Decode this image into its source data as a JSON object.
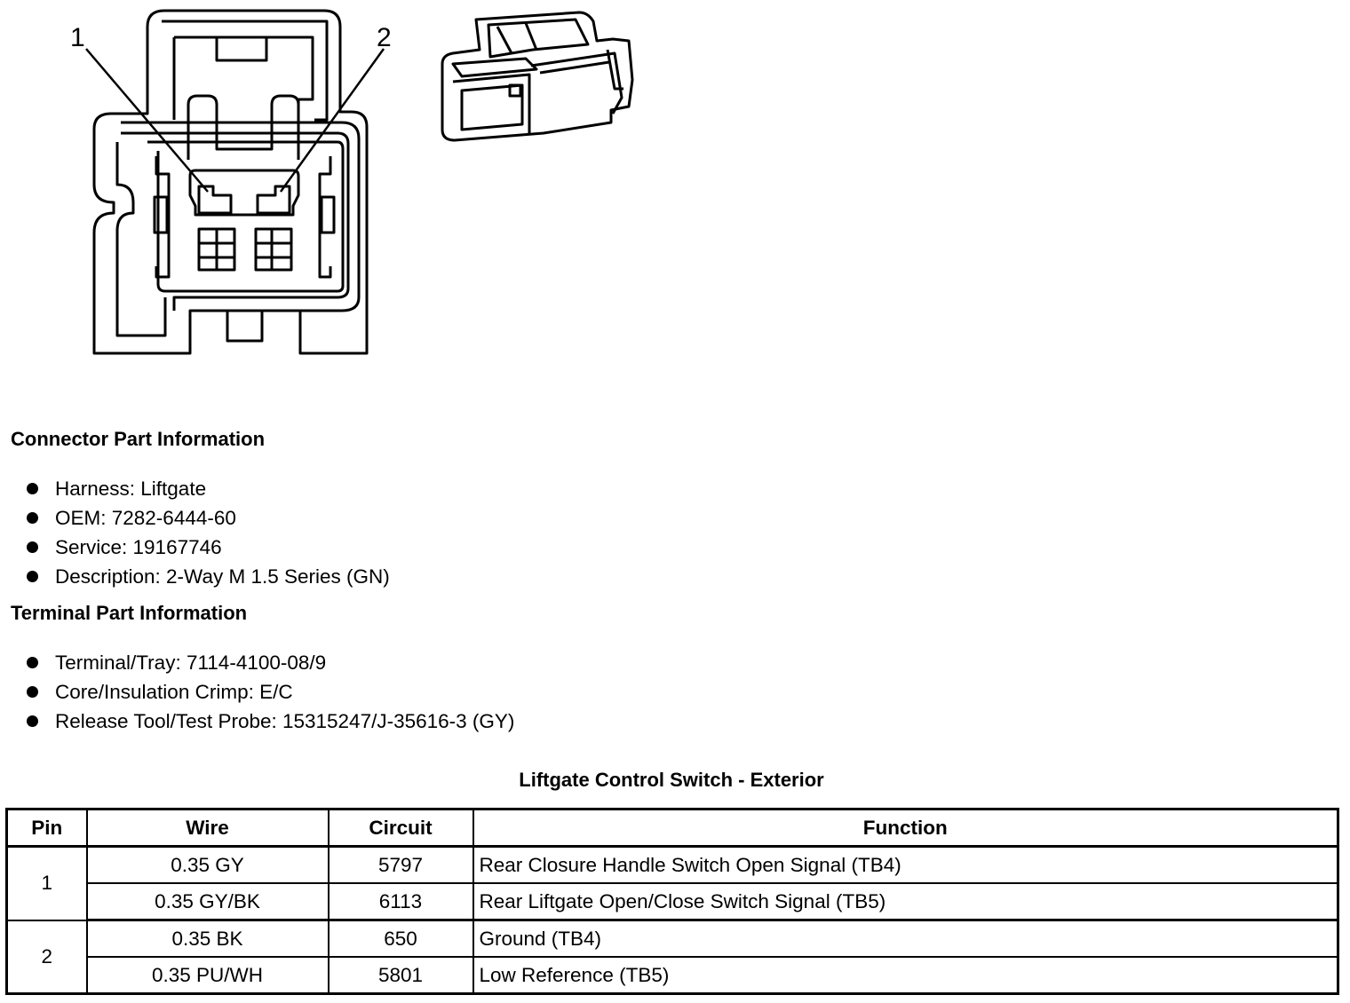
{
  "diagram": {
    "callouts": [
      "1",
      "2"
    ]
  },
  "connector_section": {
    "title": "Connector Part Information",
    "items": [
      "Harness: Liftgate",
      "OEM: 7282-6444-60",
      "Service: 19167746",
      "Description: 2-Way M 1.5 Series (GN)"
    ]
  },
  "terminal_section": {
    "title": "Terminal Part Information",
    "items": [
      "Terminal/Tray: 7114-4100-08/9",
      "Core/Insulation Crimp: E/C",
      "Release Tool/Test Probe: 15315247/J-35616-3 (GY)"
    ]
  },
  "pin_table": {
    "title": "Liftgate Control Switch - Exterior",
    "headers": [
      "Pin",
      "Wire",
      "Circuit",
      "Function"
    ],
    "rows": [
      {
        "pin": "1",
        "wire": "0.35 GY",
        "circuit": "5797",
        "function": "Rear Closure Handle Switch Open Signal (TB4)"
      },
      {
        "pin": "1",
        "wire": "0.35 GY/BK",
        "circuit": "6113",
        "function": "Rear Liftgate Open/Close Switch Signal (TB5)"
      },
      {
        "pin": "2",
        "wire": "0.35 BK",
        "circuit": "650",
        "function": "Ground (TB4)"
      },
      {
        "pin": "2",
        "wire": "0.35 PU/WH",
        "circuit": "5801",
        "function": "Low Reference (TB5)"
      }
    ]
  }
}
